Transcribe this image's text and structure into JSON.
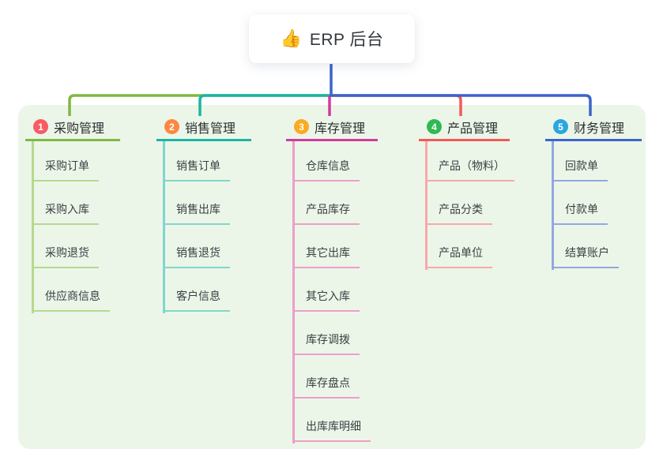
{
  "root": {
    "icon": "thumbs-up-icon",
    "title": "ERP 后台"
  },
  "colors": {
    "panel_bg": "#ebf6e9",
    "card_bg": "#ffffff",
    "root_connector": "#3d63cc",
    "title_text": "#33373d",
    "node_text": "#3c3f42"
  },
  "branches": [
    {
      "index": "1",
      "label": "采购管理",
      "badge_color": "#f75c63",
      "line_color": "#7fb941",
      "child_line_color": "#b6d98f",
      "children": [
        "采购订单",
        "采购入库",
        "采购退货",
        "供应商信息"
      ]
    },
    {
      "index": "2",
      "label": "销售管理",
      "badge_color": "#fd8742",
      "line_color": "#1cb5a3",
      "child_line_color": "#83d5cb",
      "children": [
        "销售订单",
        "销售出库",
        "销售退货",
        "客户信息"
      ]
    },
    {
      "index": "3",
      "label": "库存管理",
      "badge_color": "#fbaa21",
      "line_color": "#d23a9c",
      "child_line_color": "#ec9fc8",
      "children": [
        "仓库信息",
        "产品库存",
        "其它出库",
        "其它入库",
        "库存调拨",
        "库存盘点",
        "出库库明细"
      ]
    },
    {
      "index": "4",
      "label": "产品管理",
      "badge_color": "#2fb952",
      "line_color": "#f65858",
      "child_line_color": "#f9a8a8",
      "children": [
        "产品（物料）",
        "产品分类",
        "产品单位"
      ]
    },
    {
      "index": "5",
      "label": "财务管理",
      "badge_color": "#29a7e1",
      "line_color": "#3d63cc",
      "child_line_color": "#93a7de",
      "children": [
        "回款单",
        "付款单",
        "结算账户"
      ]
    }
  ]
}
